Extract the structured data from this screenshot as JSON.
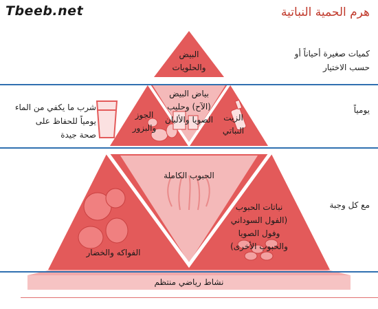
{
  "site": {
    "logo": "Tbeeb.net"
  },
  "title": "هرم الحمية النباتية",
  "colors": {
    "pyramid_fill": "#e35a5a",
    "pyramid_light": "#f4b9b9",
    "band_fill": "#f6c3c3",
    "divider_blue": "#2f6fb0",
    "title_red": "#c0392b"
  },
  "levels": {
    "top": {
      "side_label_line1": "كميات صغيرة أحياناً أو",
      "side_label_line2": "حسب الاختيار",
      "item_line1": "البيض",
      "item_line2": "والحلويات"
    },
    "daily": {
      "side_label": "يومياً",
      "water_note_line1": "شرب ما يكفي من الماء",
      "water_note_line2": "يومياً للحفاظ على",
      "water_note_line3": "صحة جيدة",
      "nuts_line1": "الجوز",
      "nuts_line2": "والبزور",
      "dairy_line1": "بياض البيض",
      "dairy_line2": "(الآح) وحليب",
      "dairy_line3": "الصويا والألبان",
      "oil_line1": "الزيت",
      "oil_line2": "النباتي"
    },
    "every_meal": {
      "side_label": "مع كل وجبة",
      "grains": "الحبوب الكاملة",
      "fruits_veg": "الفواكه والخضار",
      "legumes_line1": "نباتات الحبوب",
      "legumes_line2": "(الفول السوداني",
      "legumes_line3": "وفول الصويا",
      "legumes_line4": "والحبوب الأخرى)"
    },
    "base": {
      "activity": "نشاط رياضي منتظم"
    }
  },
  "icons": [
    "water-glass-icon",
    "nuts-icon",
    "milk-icon",
    "oil-bottle-icon",
    "wheat-icon",
    "vegetables-icon",
    "beans-icon"
  ]
}
